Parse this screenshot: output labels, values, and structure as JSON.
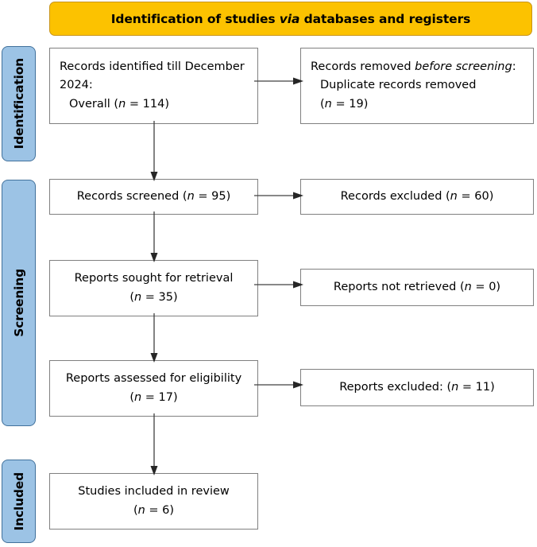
{
  "header": {
    "title_part1": "Identification of studies ",
    "title_italic": "via",
    "title_part2": " databases and registers"
  },
  "stages": {
    "identification": "Identification",
    "screening": "Screening",
    "included": "Included"
  },
  "boxes": {
    "identified": {
      "line1": "Records identified till December",
      "line2": "2024:",
      "line3_prefix": "Overall (",
      "line3_italic": "n",
      "line3_suffix": " = 114)"
    },
    "removed": {
      "line1_prefix": "Records removed ",
      "line1_italic": "before screening",
      "line1_suffix": ":",
      "line2": "Duplicate records removed",
      "line3_prefix": "(",
      "line3_italic": "n",
      "line3_suffix": " = 19)"
    },
    "screened": {
      "prefix": "Records screened (",
      "italic": "n",
      "suffix": " = 95)"
    },
    "excluded_records": {
      "prefix": "Records excluded (",
      "italic": "n",
      "suffix": " = 60)"
    },
    "sought": {
      "line1": "Reports sought for retrieval",
      "line2_prefix": "(",
      "line2_italic": "n",
      "line2_suffix": " = 35)"
    },
    "not_retrieved": {
      "prefix": "Reports not retrieved (",
      "italic": "n",
      "suffix": " = 0)"
    },
    "assessed": {
      "line1": "Reports assessed for eligibility",
      "line2_prefix": "(",
      "line2_italic": "n",
      "line2_suffix": " = 17)"
    },
    "excluded_reports": {
      "prefix": "Reports excluded: (",
      "italic": "n",
      "suffix": " = 11)"
    },
    "included": {
      "line1": "Studies included in review",
      "line2_prefix": "(",
      "line2_italic": "n",
      "line2_suffix": " = 6)"
    }
  },
  "counts": {
    "records_identified": 114,
    "duplicates_removed": 19,
    "records_screened": 95,
    "records_excluded": 60,
    "reports_sought": 35,
    "reports_not_retrieved": 0,
    "reports_assessed": 17,
    "reports_excluded": 11,
    "studies_included": 6
  },
  "colors": {
    "banner": "#FCC200",
    "banner_border": "#C8941A",
    "stage": "#9CC3E5",
    "stage_border": "#41719C",
    "box_border": "#808080",
    "arrow": "#404040"
  }
}
